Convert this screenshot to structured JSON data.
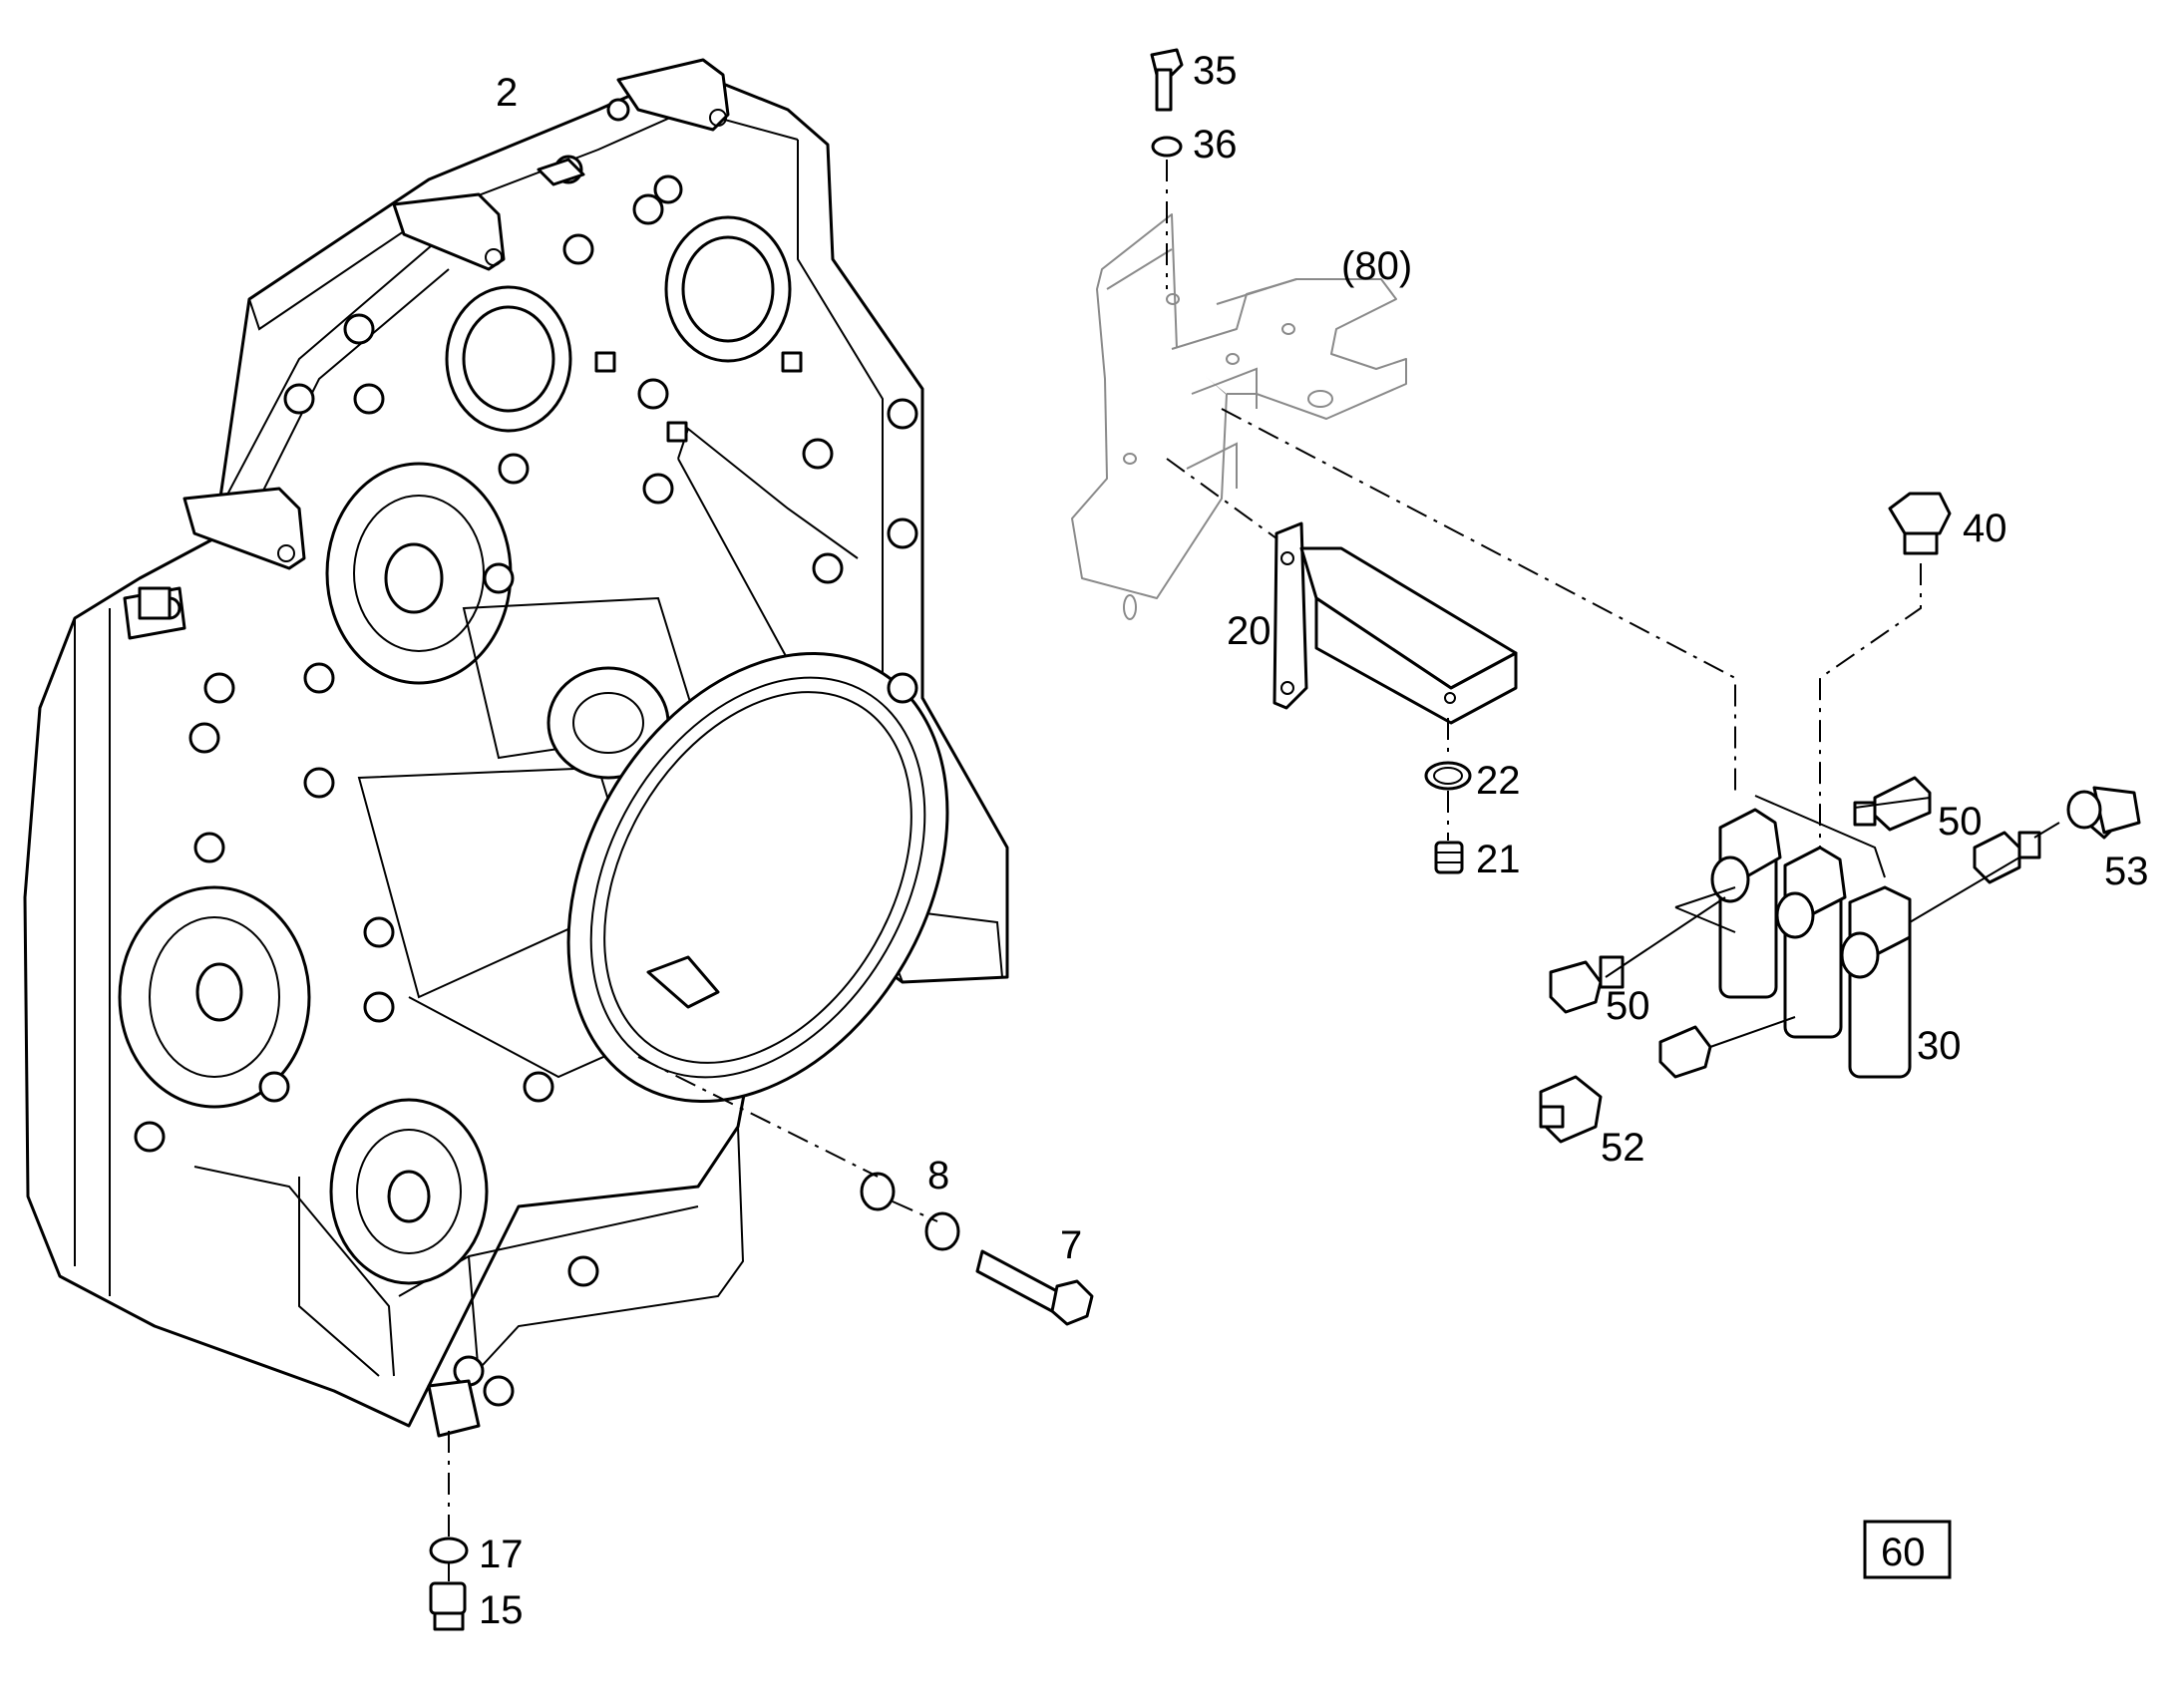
{
  "callouts": {
    "c2": "2",
    "c35": "35",
    "c36": "36",
    "c80": "(80)",
    "c40": "40",
    "c20": "20",
    "c22": "22",
    "c21": "21",
    "c50a": "50",
    "c53": "53",
    "c50b": "50",
    "c30": "30",
    "c52": "52",
    "c8": "8",
    "c7": "7",
    "c17": "17",
    "c15": "15"
  },
  "page_number": "60"
}
